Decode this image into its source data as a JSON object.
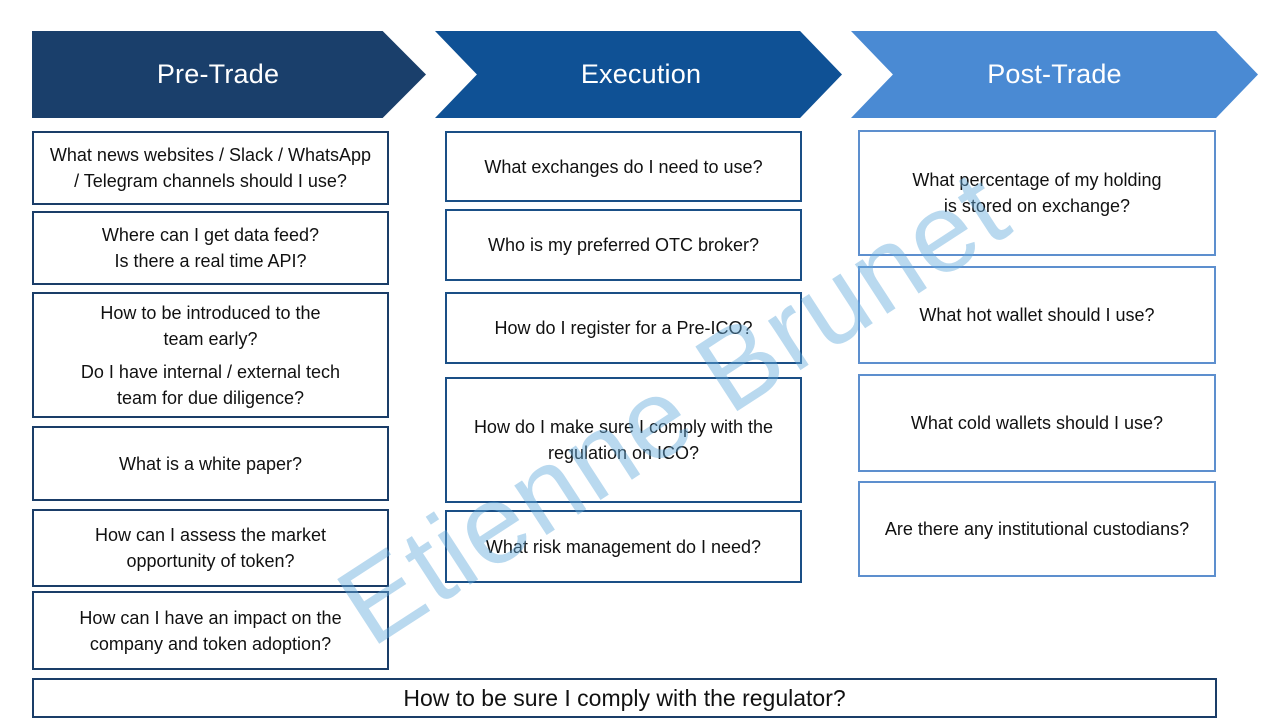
{
  "stages": {
    "pre_trade": "Pre-Trade",
    "execution": "Execution",
    "post_trade": "Post-Trade"
  },
  "pre_trade": [
    [
      "What news websites / Slack / WhatsApp",
      "/ Telegram channels should I use?"
    ],
    [
      "Where can I get data feed?",
      "Is there a real time API?"
    ],
    [
      "How to be introduced to the",
      "team early?",
      "Do I have internal / external tech",
      "team for due diligence?"
    ],
    [
      "What is a white paper?"
    ],
    [
      "How can I assess the market",
      "opportunity of token?"
    ],
    [
      "How can I have an impact on the",
      "company and token adoption?"
    ]
  ],
  "execution": [
    [
      "What exchanges do I need to use?"
    ],
    [
      "Who is my preferred OTC broker?"
    ],
    [
      "How do I register for a Pre-ICO?"
    ],
    [
      "How do I make sure I comply with the",
      "regulation on ICO?"
    ],
    [
      "What risk management do I need?"
    ]
  ],
  "post_trade": [
    [
      "What percentage of my holding",
      "is stored on exchange?"
    ],
    [
      "What hot wallet should I use?"
    ],
    [
      "What cold wallets should I use?"
    ],
    [
      "Are there any institutional custodians?"
    ]
  ],
  "footer": "How to be sure I comply with the regulator?",
  "watermark": "Etienne Brunet",
  "colors": {
    "pre_trade": "#1a3f6b",
    "execution": "#0f5195",
    "post_trade": "#4a8ad3",
    "watermark": "#64aadc"
  }
}
